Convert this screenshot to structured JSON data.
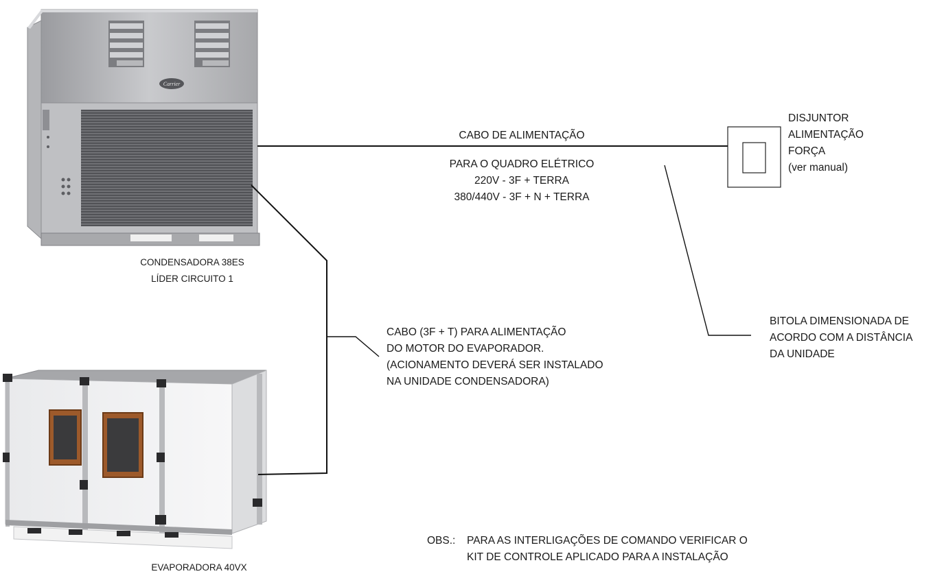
{
  "power_cable": {
    "title": "CABO DE ALIMENTAÇÃO",
    "lines": [
      "PARA O QUADRO ELÉTRICO",
      "220V - 3F + TERRA",
      "380/440V - 3F + N + TERRA"
    ]
  },
  "breaker": {
    "lines": [
      "DISJUNTOR",
      "ALIMENTAÇÃO",
      "FORÇA",
      "(ver manual)"
    ]
  },
  "condenser": {
    "lines": [
      "CONDENSADORA 38ES",
      "LÍDER CIRCUITO 1"
    ],
    "brand": "Carrier"
  },
  "gauge": {
    "lines": [
      "BITOLA DIMENSIONADA DE",
      "ACORDO COM A DISTÂNCIA",
      "DA UNIDADE"
    ]
  },
  "motor_cable": {
    "lines": [
      "CABO (3F + T) PARA ALIMENTAÇÃO",
      "DO MOTOR DO EVAPORADOR.",
      "(ACIONAMENTO DEVERÁ SER INSTALADO",
      "NA UNIDADE CONDENSADORA)"
    ]
  },
  "evaporator": {
    "label": "EVAPORADORA 40VX"
  },
  "note": {
    "prefix": "OBS.:",
    "lines": [
      "PARA AS INTERLIGAÇÕES DE COMANDO VERIFICAR O",
      "KIT DE CONTROLE APLICADO PARA A INSTALAÇÃO"
    ]
  }
}
